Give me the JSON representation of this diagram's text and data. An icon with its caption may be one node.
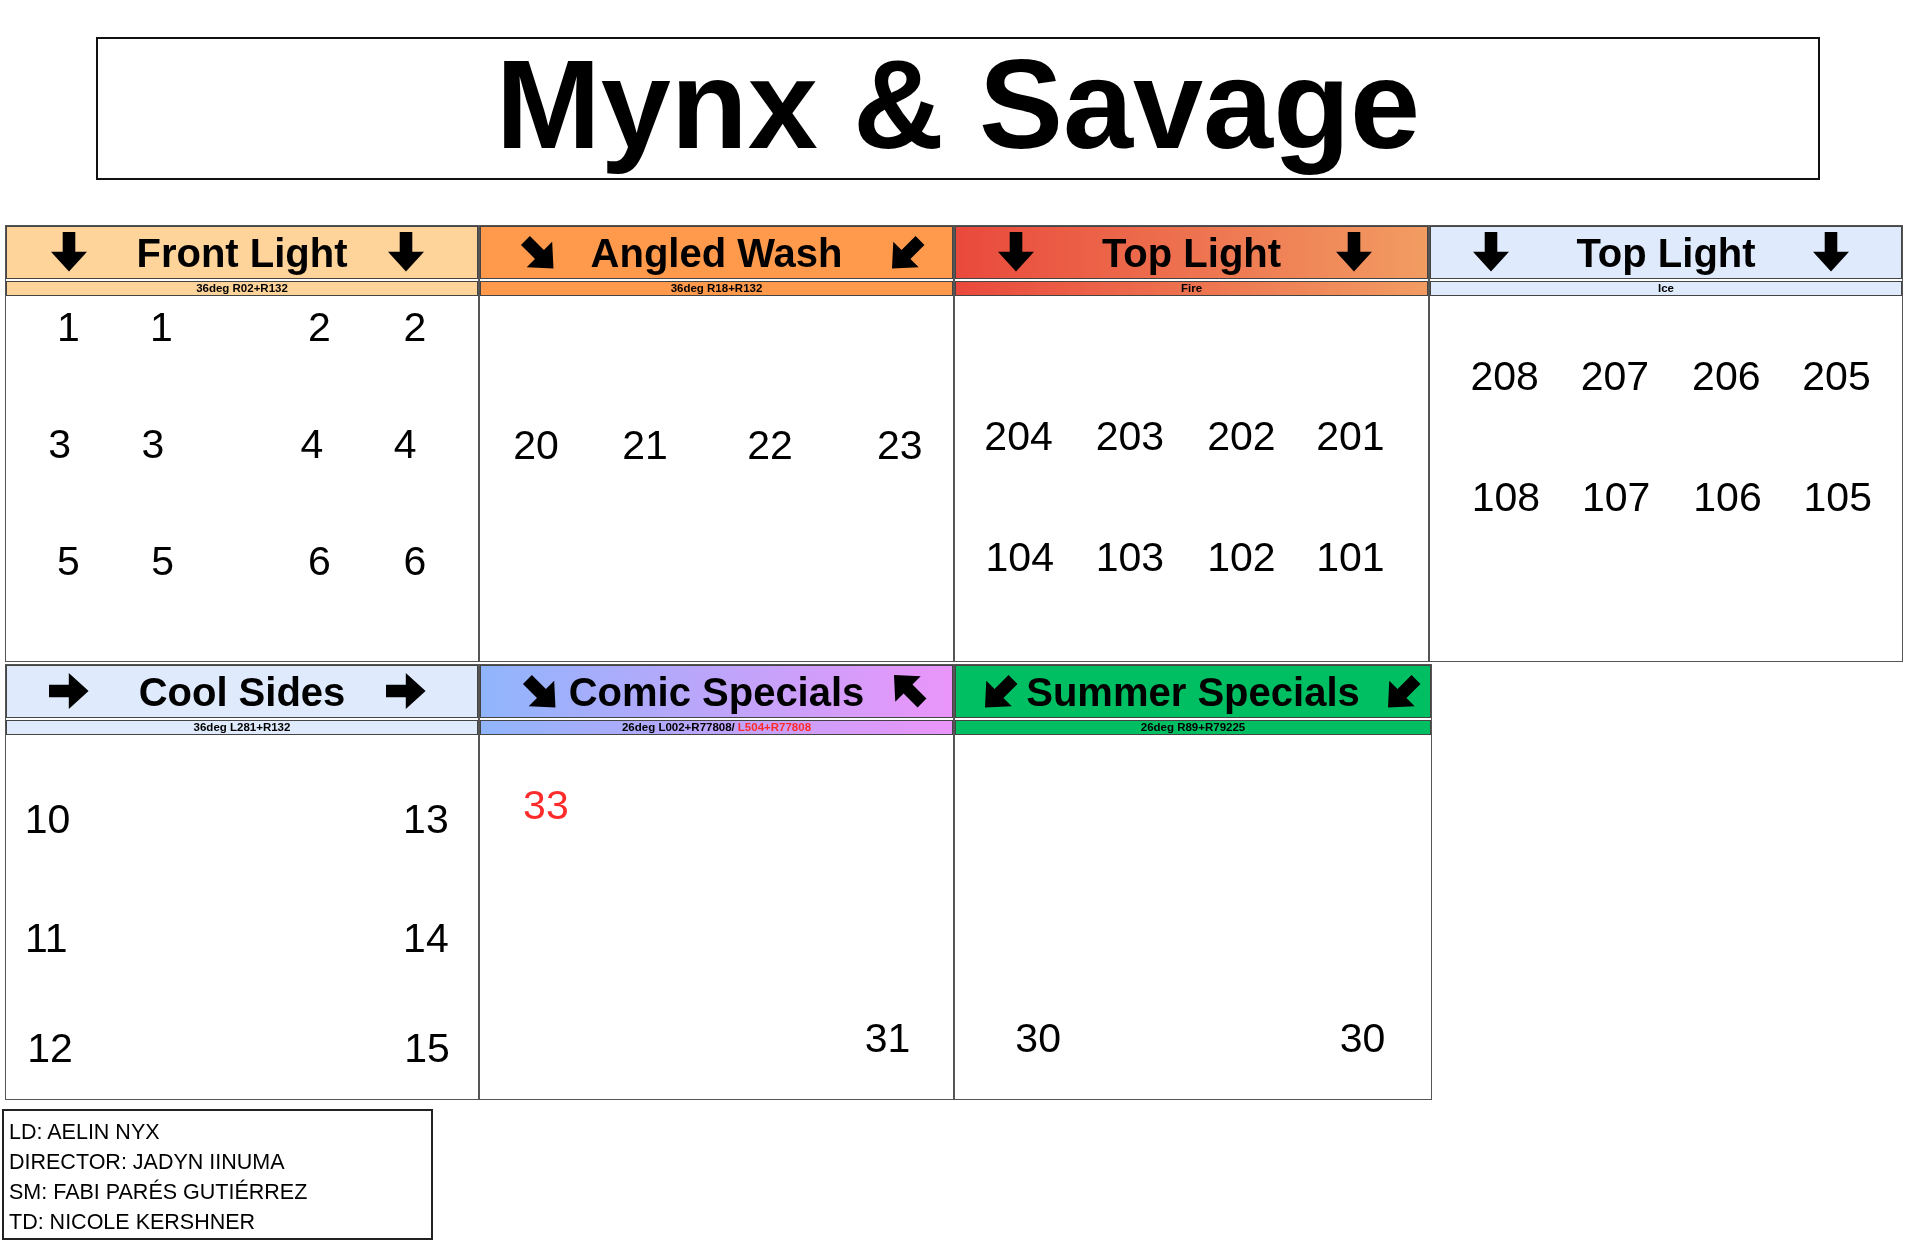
{
  "diagram": {
    "title": "Mynx & Savage",
    "nodes": [
      {
        "text": [
          "1",
          "1",
          "2",
          "2",
          "3",
          "3",
          "4",
          "4",
          "5",
          "5",
          "6",
          "6"
        ]
      },
      {
        "text": [
          "Front Light"
        ],
        "in": 0
      },
      {
        "text": [
          "36deg R02+R132"
        ],
        "in": 0
      },
      {
        "text": [
          "20",
          "21",
          "22",
          "23"
        ]
      },
      {
        "text": [
          "Angled Wash"
        ],
        "in": 3
      },
      {
        "text": [
          "36deg R18+R132"
        ],
        "in": 3
      },
      {
        "text": [
          "204",
          "203",
          "202",
          "201",
          "104",
          "103",
          "102",
          "101"
        ]
      },
      {
        "text": [
          "Top Light"
        ],
        "in": 6
      },
      {
        "text": [
          "Fire"
        ],
        "in": 6
      },
      {
        "text": [
          "208",
          "207",
          "206",
          "205",
          "108",
          "107",
          "106",
          "105"
        ]
      },
      {
        "text": [
          "Top Light"
        ],
        "in": 9
      },
      {
        "text": [
          "Ice"
        ],
        "in": 9
      },
      {
        "text": [
          "10",
          "13",
          "11",
          "14",
          "12",
          "15"
        ]
      },
      {
        "text": [
          "Cool Sides"
        ],
        "in": 12
      },
      {
        "text": [
          "36deg L281+R132"
        ],
        "in": 12
      },
      {
        "text": [
          "33",
          "31"
        ]
      },
      {
        "text": [
          "Comic Specials"
        ],
        "in": 15
      },
      {
        "text": [
          "26deg L002+R77808/",
          "L504+R77808"
        ],
        "in": 15
      },
      {
        "text": [
          "30",
          "30"
        ]
      },
      {
        "text": [
          "Summer Specials"
        ],
        "in": 18
      },
      {
        "text": [
          "26deg R89+R79225"
        ],
        "in": 18
      },
      {
        "text": [
          "LD: AELIN NYX",
          "DIRECTOR: JADYN IINUMA",
          "SM: FABI PARÉS GUTIÉRREZ",
          "TD: NICOLE KERSHNER"
        ]
      }
    ]
  }
}
